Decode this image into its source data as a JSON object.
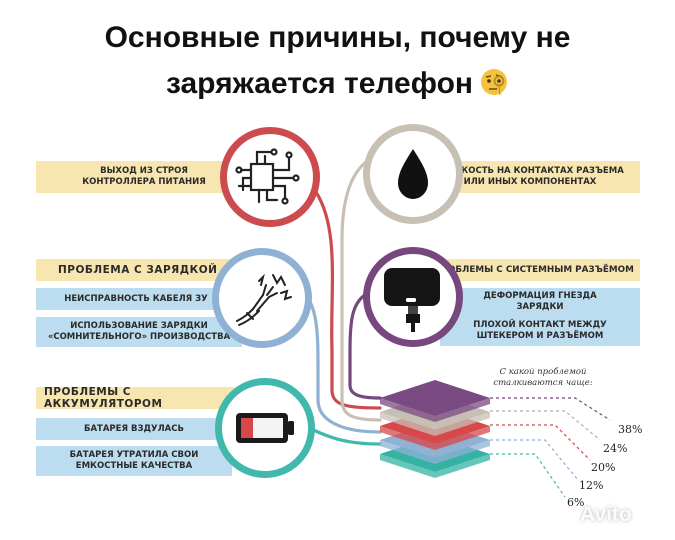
{
  "title": {
    "line1": "Основные причины, почему не",
    "line2": "заряжается телефон"
  },
  "left": {
    "controller": "Выход из строя\nконтроллера питания",
    "charging_header": "Проблема с зарядкой",
    "cable": "Неисправность кабеля ЗУ",
    "dubious": "Использование зарядки\n«сомнительного» производства",
    "battery_header": "Проблемы с аккумулятором",
    "swollen": "Батарея вздулась",
    "capacity": "Батарея утратила свои\nемкостные качества"
  },
  "right": {
    "liquid": "Жидкость на контактах разъема\nили иных компонентах",
    "connector_header": "Проблемы с системным разъёмом",
    "deformation": "Деформация гнезда\nзарядки",
    "contact": "Плохой контакт между\nштекером и разъёмом"
  },
  "stats": {
    "caption": "С какой проблемой\nсталкиваются чаще:",
    "values": [
      "38%",
      "24%",
      "20%",
      "12%",
      "6%"
    ],
    "layer_colors": [
      "#7a4a82",
      "#c7bfb4",
      "#d8474a",
      "#8fb1d4",
      "#36b2a4"
    ]
  },
  "icons": {
    "controller": "circuit-icon",
    "charging": "broken-cable-icon",
    "battery": "low-battery-icon",
    "liquid": "drop-icon",
    "connector": "phone-connector-icon"
  },
  "colors": {
    "red": "#cc4b4f",
    "beige": "#c8c0b5",
    "blue": "#8fb1d4",
    "teal": "#40b8ac",
    "purple": "#76487e",
    "yellow_band": "#f8e6b0",
    "blue_band": "#bcdcef"
  },
  "watermark": "Avito"
}
